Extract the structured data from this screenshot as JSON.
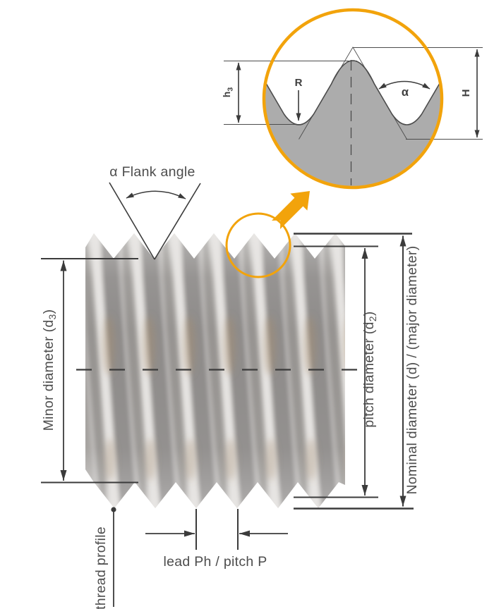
{
  "colors": {
    "accent": "#F2A30B",
    "line": "#3b3b3b",
    "text": "#4d4d4d",
    "profile_fill": "#ACACAC"
  },
  "inset": {
    "h3_label": {
      "base": "h",
      "sub": "3"
    },
    "radius_label": "R",
    "alpha_label": "α",
    "height_label": "H"
  },
  "labels": {
    "flank_angle": "α Flank angle",
    "minor_diameter": {
      "pre": "Minor diameter (d",
      "sub": "3",
      "post": ")"
    },
    "pitch_diameter": {
      "pre": "pitch diameter (d",
      "sub": "2",
      "post": ")"
    },
    "nominal_diameter": "Nominal diameter (d) / (major diameter)",
    "lead_pitch": "lead Ph / pitch P",
    "thread_profile": "thread profile"
  }
}
